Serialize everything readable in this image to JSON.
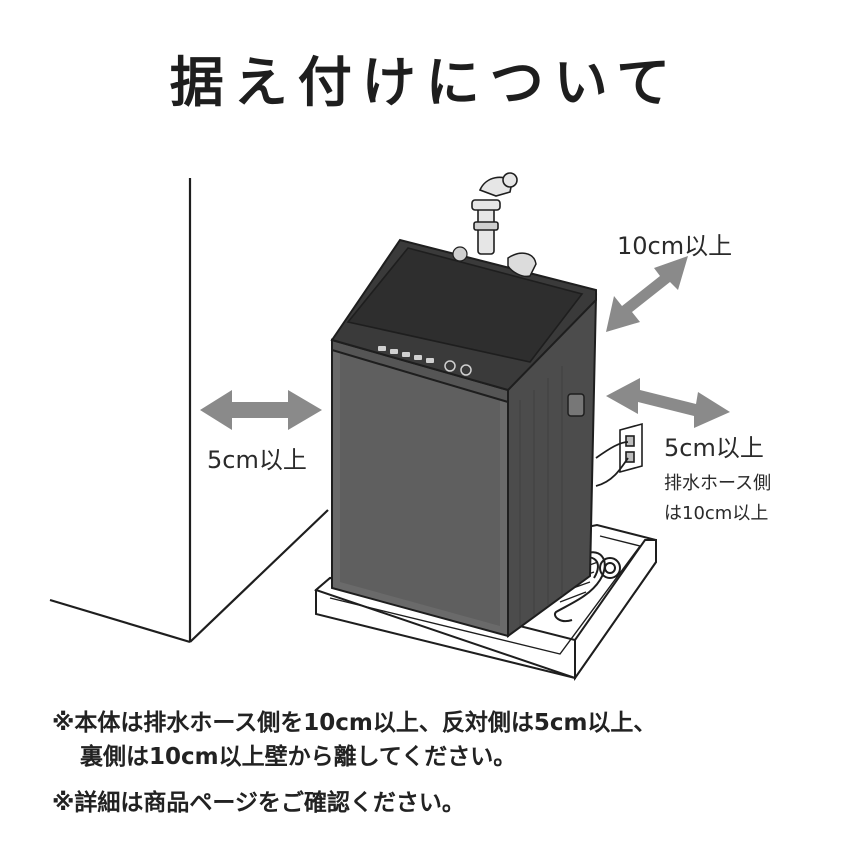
{
  "title": "据え付けについて",
  "labels": {
    "left_clearance": "5cm以上",
    "back_clearance": "10cm以上",
    "right_clearance": "5cm以上",
    "drain_side_line1": "排水ホース側",
    "drain_side_line2": "は10cm以上"
  },
  "notes": {
    "line1": "※本体は排水ホース側を10cm以上、反対側は5cm以上、",
    "line2": "裏側は10cm以上壁から離してください。",
    "line3": "※詳細は商品ページをご確認ください。"
  },
  "colors": {
    "arrow": "#8a8a8a",
    "line": "#1e1e1e",
    "text": "#222222"
  },
  "icons": [
    "water-faucet-icon",
    "power-outlet-icon"
  ]
}
